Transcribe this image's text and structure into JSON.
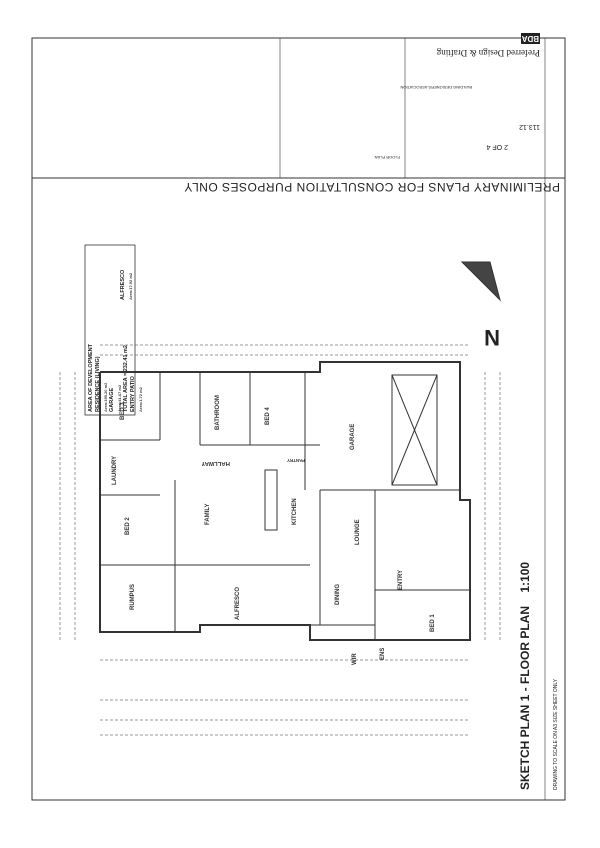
{
  "banner": "PRELIMINARY PLANS FOR CONSULTATION PURPOSES ONLY",
  "sheet_title": "SKETCH PLAN 1  -  FLOOR PLAN",
  "scale": "1:100",
  "scale_note": "DRAWING TO SCALE ON A3 SIZE SHEET ONLY",
  "north_label": "N",
  "title_block": {
    "company": "Preferred Design & Drafting",
    "association": "BUILDING DESIGNERS ASSOCIATION",
    "logo": "BDA",
    "sheet_no": "2 OF 4",
    "project_no": "113.12",
    "drawing_name": "FLOOR PLAN"
  },
  "area_box": {
    "heading": "AREA OF DEVELOPMENT",
    "lines": [
      "RESIDENCE (LIVING)",
      "Area:195.20 m2",
      "GARAGE",
      "Area:41.67 m2",
      "TOTAL AREA = 232.41 m2",
      "ENTRY PATIO",
      "Area:1.72 m2",
      "ALFRESCO",
      "Area:17.92 m2"
    ]
  },
  "rooms": [
    "BED 3",
    "LAUNDRY",
    "BED 2",
    "RUMPUS",
    "FAMILY",
    "ALFRESCO",
    "BATHROOM",
    "BED 4",
    "HALLWAY",
    "KITCHEN",
    "PANTRY",
    "GARAGE",
    "LOUNGE",
    "DINING",
    "ENTRY",
    "BED 1",
    "WIR",
    "ENS"
  ]
}
